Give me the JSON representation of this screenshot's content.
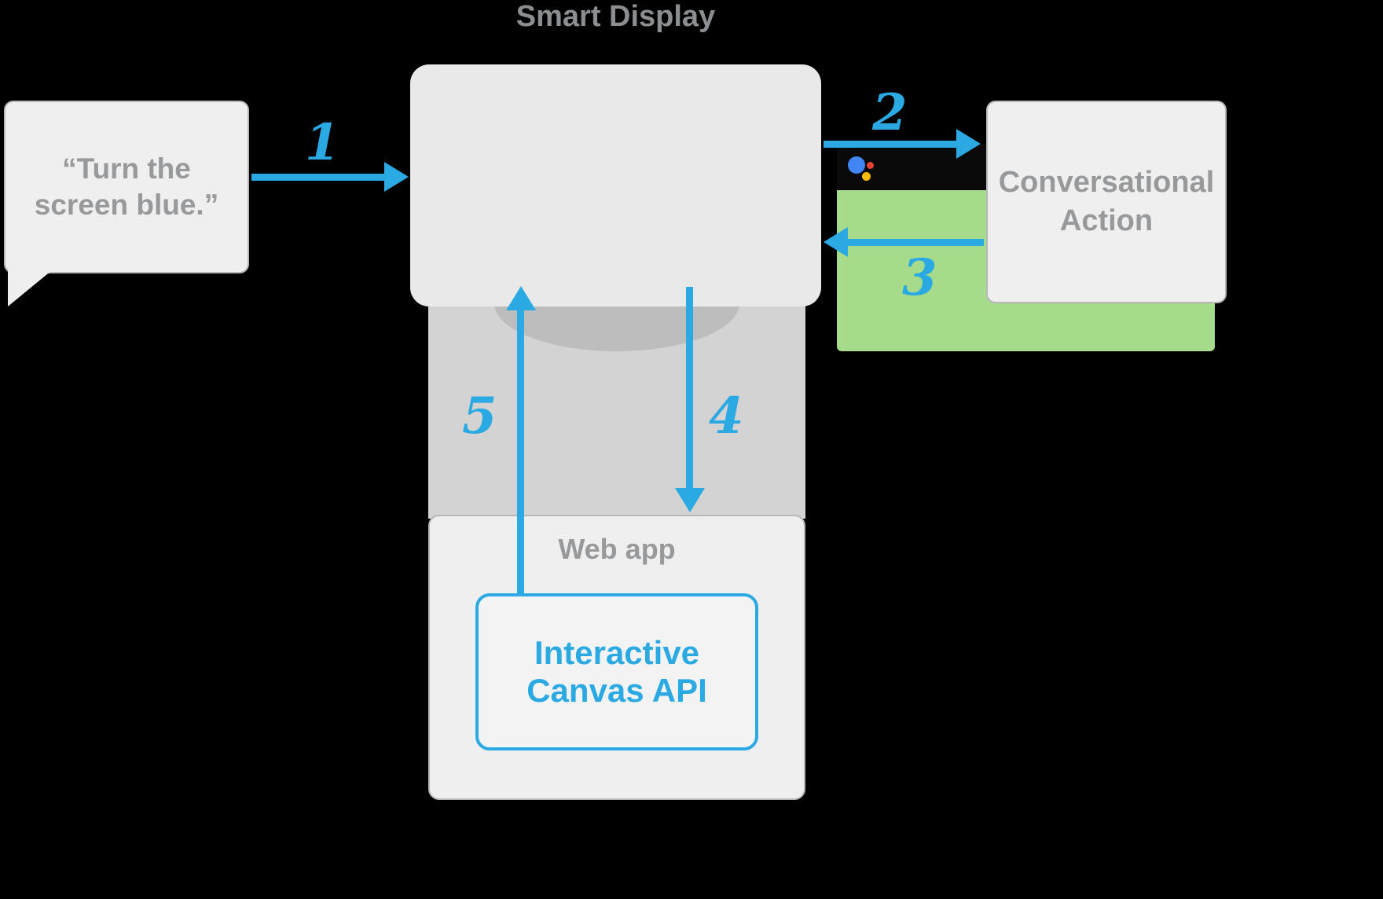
{
  "diagram": {
    "title": "Smart Display",
    "speech_bubble": {
      "text": "“Turn the screen blue.”"
    },
    "conversational_action": {
      "label": "Conversational Action"
    },
    "web_app": {
      "label": "Web app"
    },
    "interactive_canvas": {
      "label": "Interactive Canvas API"
    },
    "steps": [
      {
        "label": "1",
        "from": "user-utterance",
        "to": "smart-display"
      },
      {
        "label": "2",
        "from": "smart-display",
        "to": "conversational-action"
      },
      {
        "label": "3",
        "from": "conversational-action",
        "to": "smart-display"
      },
      {
        "label": "4",
        "from": "smart-display",
        "to": "web-app"
      },
      {
        "label": "5",
        "from": "interactive-canvas-api",
        "to": "smart-display"
      }
    ],
    "colors": {
      "accent_blue": "#2AA9E2",
      "screen_green": "#A5DB8B",
      "box_fill": "#EFEFEF",
      "box_border": "#B7B7B7",
      "gray_text": "#97999B",
      "device_body": "#D3D3D3",
      "background": "#000000",
      "assistant_blue": "#4285F4",
      "assistant_red": "#EA4335",
      "assistant_yellow": "#FBBC05"
    }
  }
}
